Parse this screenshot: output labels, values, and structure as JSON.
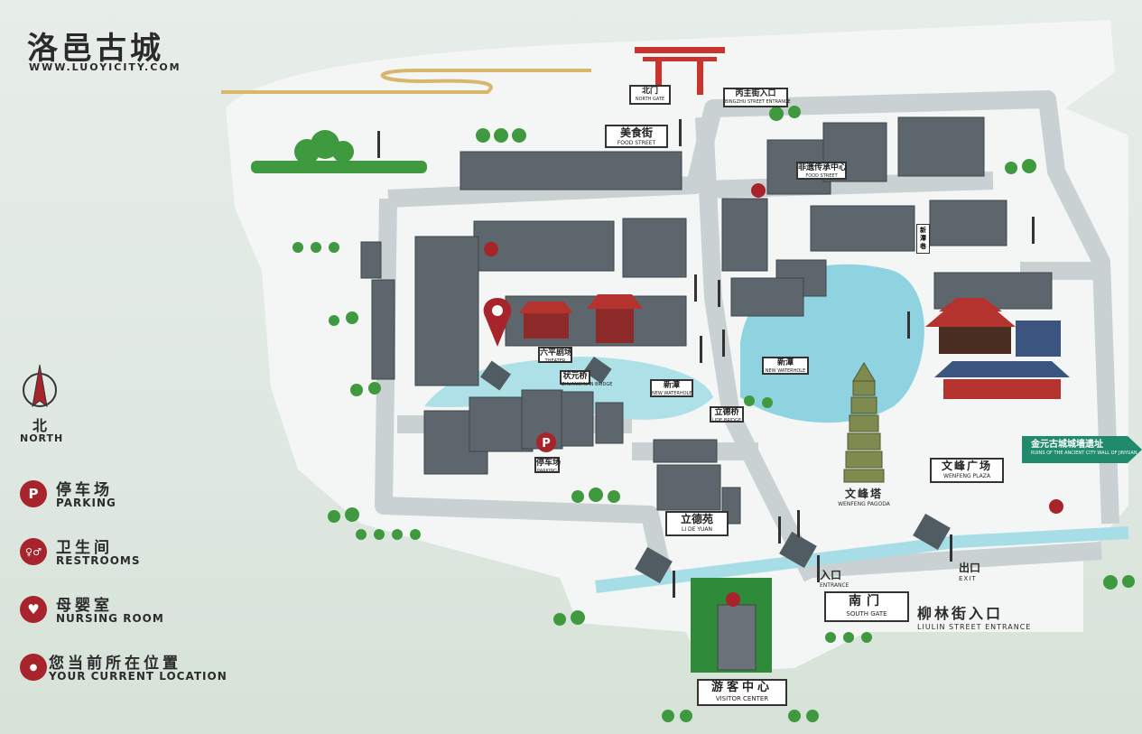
{
  "brand": {
    "title": "洛邑古城",
    "url": "WWW.LUOYICITY.COM"
  },
  "compass": {
    "zh": "北",
    "en": "NORTH"
  },
  "legend": [
    {
      "icon": "parking-icon",
      "glyph": "P",
      "zh": "停车场",
      "en": "PARKING"
    },
    {
      "icon": "restroom-icon",
      "glyph": "♀♂",
      "zh": "卫生间",
      "en": "RESTROOMS"
    },
    {
      "icon": "nursing-room-icon",
      "glyph": "♥",
      "zh": "母婴室",
      "en": "NURSING ROOM"
    },
    {
      "icon": "current-location-icon",
      "glyph": "●",
      "zh": "您当前所在位置",
      "en": "YOUR CURRENT LOCATION"
    }
  ],
  "places": {
    "north_gate": {
      "zh": "北门",
      "en": "NORTH GATE"
    },
    "bingzhu_street": {
      "zh": "丙主街入口",
      "en": "BINGZHU STREET ENTRANCE"
    },
    "food_street": {
      "zh": "美食街",
      "en": "FOOD STREET"
    },
    "heritage_center": {
      "zh": "非遗传承中心",
      "en": "FOOD STREET"
    },
    "xintan_lane": {
      "zh": "新潭巷"
    },
    "xintan_big": {
      "zh": "新潭",
      "en": "NEW WATERHOLE"
    },
    "xintan_small": {
      "zh": "新潭",
      "en": "NEW WATERHOLE"
    },
    "lide_bridge": {
      "zh": "立德桥",
      "en": "LIDE BRIDGE"
    },
    "zhuangyuan_bridge": {
      "zh": "状元桥",
      "en": "ZHUANGYUAN BRIDGE"
    },
    "theater": {
      "zh": "六平剧场",
      "en": "THEATER"
    },
    "parking": {
      "zh": "停车场",
      "en": "PARKING"
    },
    "li_de_yuan": {
      "zh": "立德苑",
      "en": "LI DE YUAN"
    },
    "wenfeng_pagoda": {
      "zh": "文峰塔",
      "en": "WENFENG PAGODA"
    },
    "wenfeng_plaza": {
      "zh": "文峰广场",
      "en": "WENFENG PLAZA"
    },
    "jinyuan_wall": {
      "zh": "金元古城城墙遗址",
      "en": "RUINS OF THE ANCIENT CITY WALL OF JINYUAN"
    },
    "entrance": {
      "zh": "入口",
      "en": "ENTRANCE"
    },
    "exit": {
      "zh": "出口",
      "en": "EXIT"
    },
    "south_gate": {
      "zh": "南门",
      "en": "SOUTH GATE"
    },
    "liulin_street": {
      "zh": "柳林街入口",
      "en": "LIULIN STREET ENTRANCE"
    },
    "visitor_center": {
      "zh": "游客中心",
      "en": "VISITOR CENTER"
    }
  },
  "colors": {
    "accent": "#a8242c",
    "water": "#8fd3e0",
    "green": "#3f9a3f",
    "road": "#c7cfd0",
    "roof": "#5e666d"
  }
}
